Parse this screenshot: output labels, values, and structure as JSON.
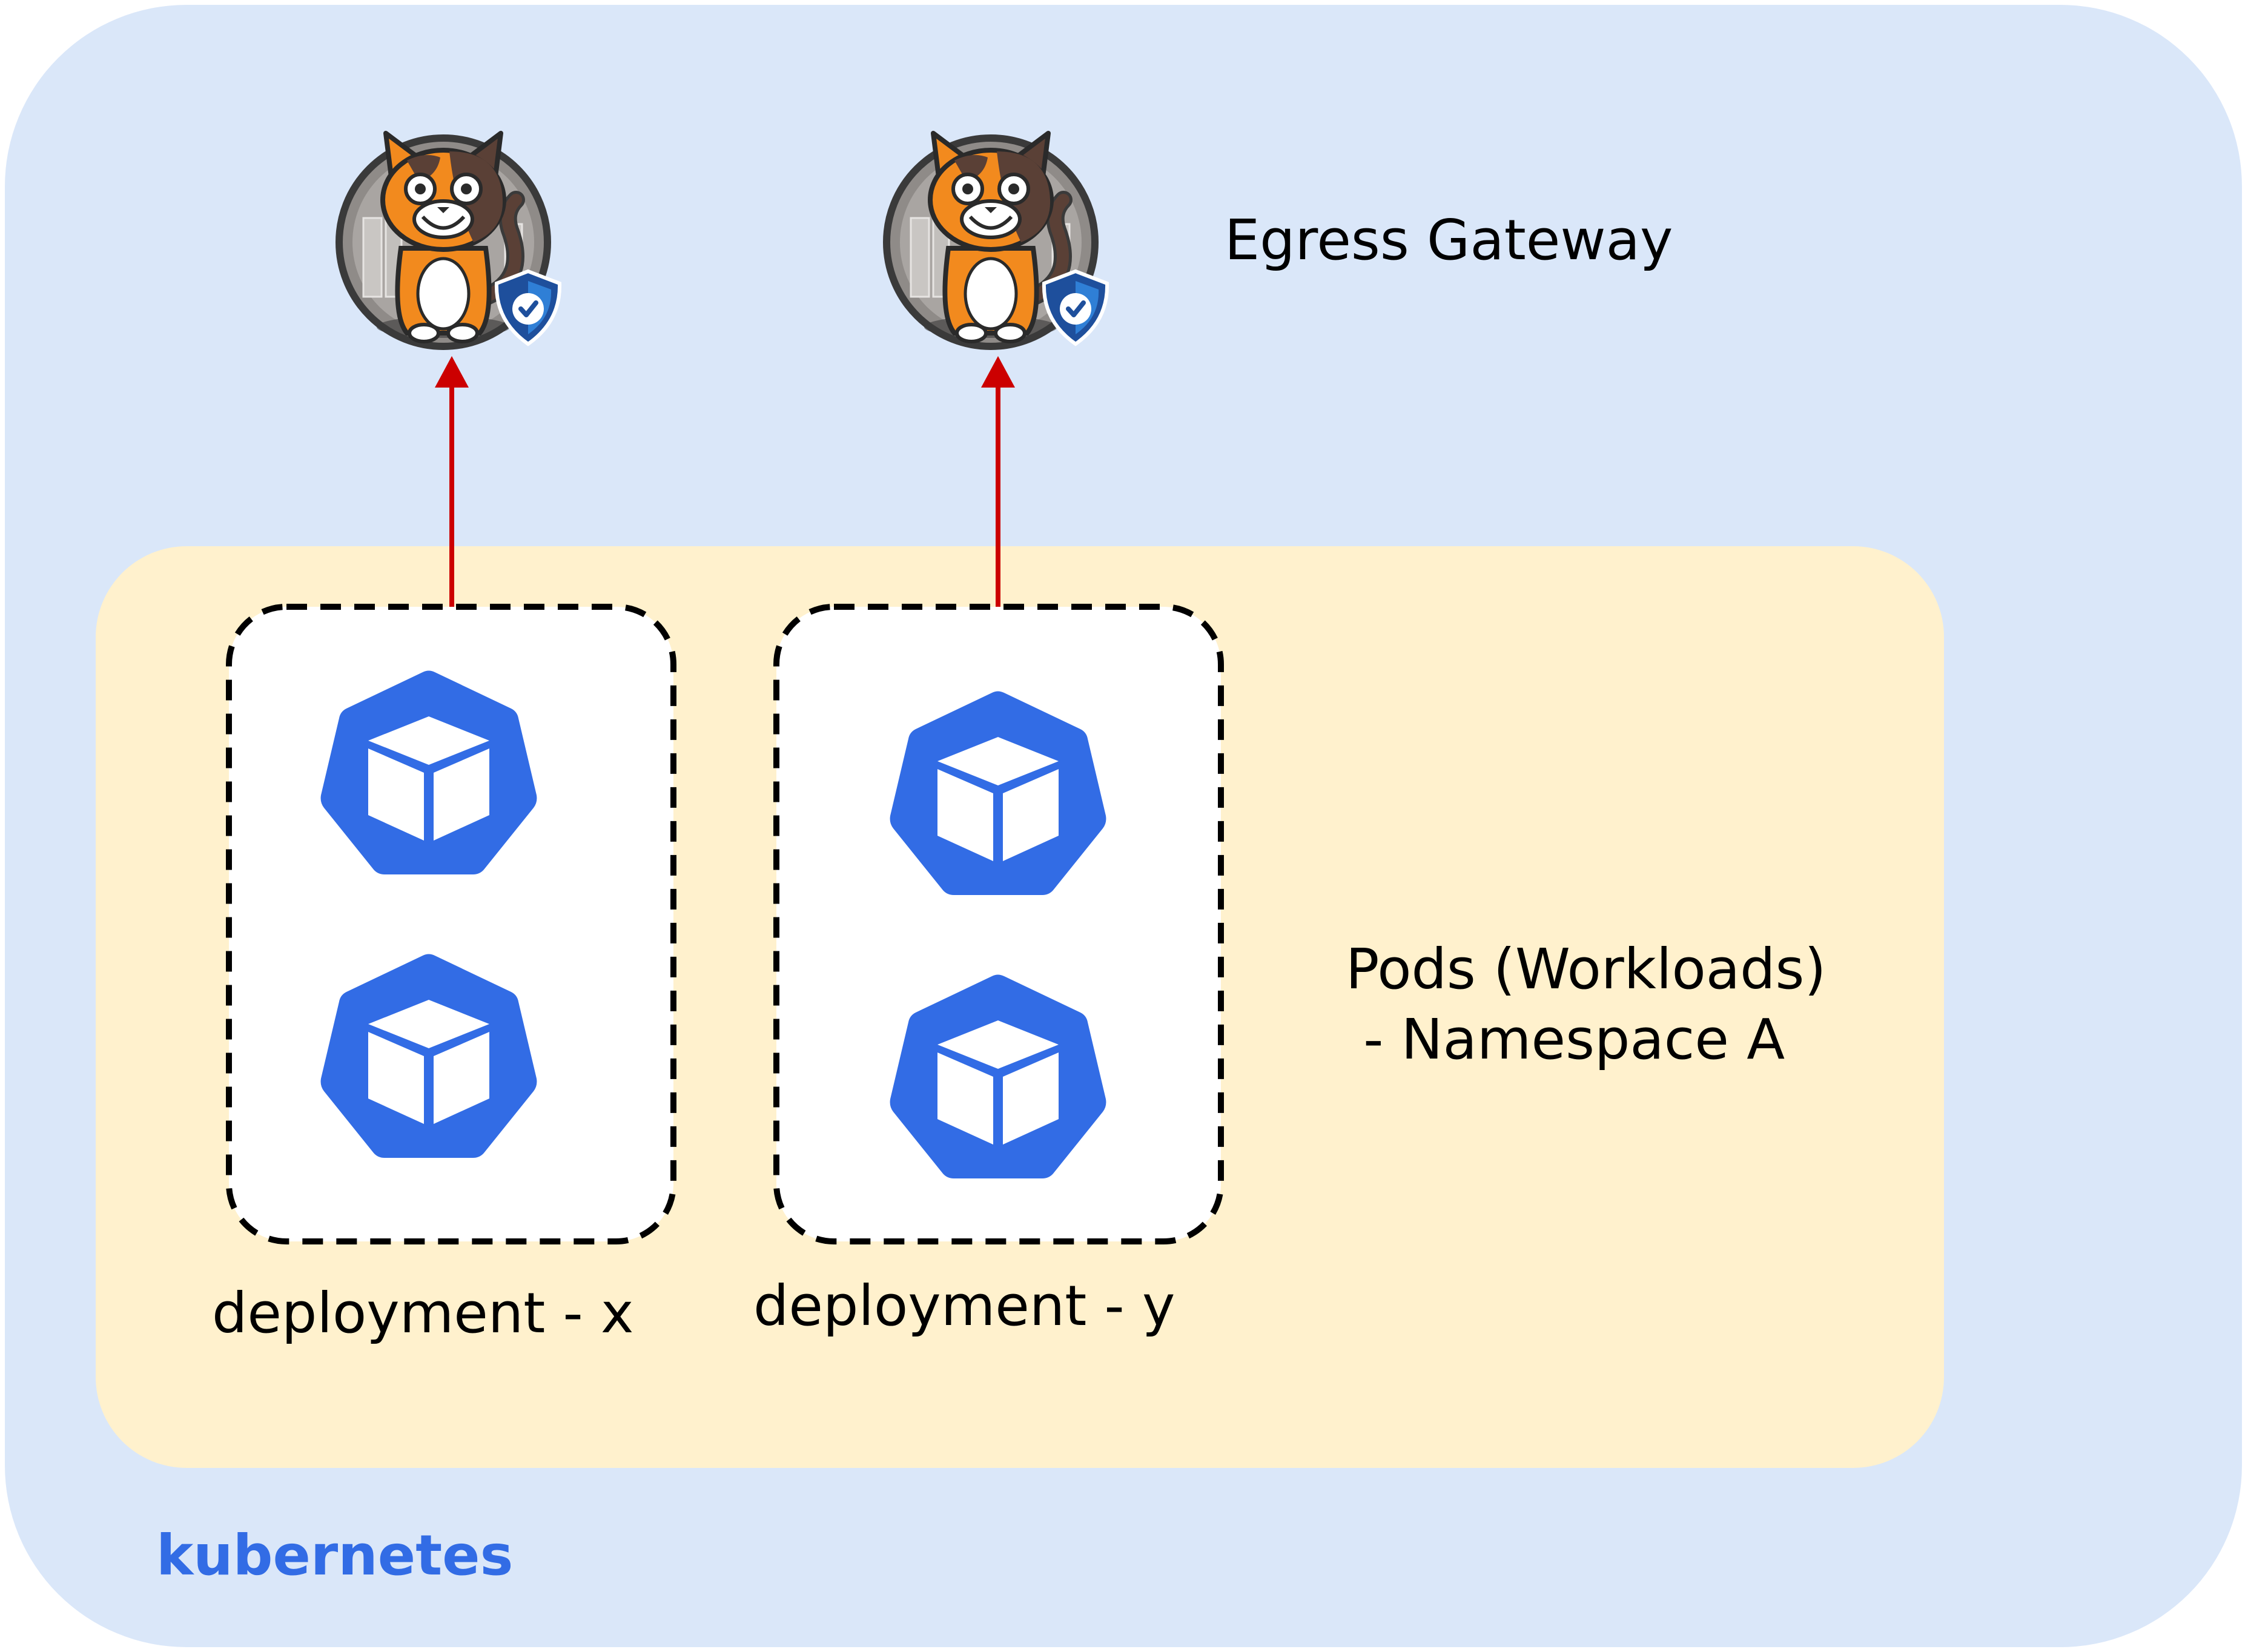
{
  "gateway": {
    "label": "Egress Gateway",
    "icon": "cat-mascot-shield-icon"
  },
  "namespace": {
    "label_line1": "Pods (Workloads)",
    "label_line2": " - Namespace A"
  },
  "deployments": [
    {
      "label": "deployment - x",
      "pods": 2,
      "icon": "kubernetes-pod-icon"
    },
    {
      "label": "deployment - y",
      "pods": 2,
      "icon": "kubernetes-pod-icon"
    }
  ],
  "cluster": {
    "label": "kubernetes"
  },
  "colors": {
    "cluster_bg": "#dae7f9",
    "namespace_bg": "#fff1cd",
    "pod_blue": "#326ce5",
    "arrow_red": "#cc0000",
    "brand_blue": "#326ce5"
  }
}
